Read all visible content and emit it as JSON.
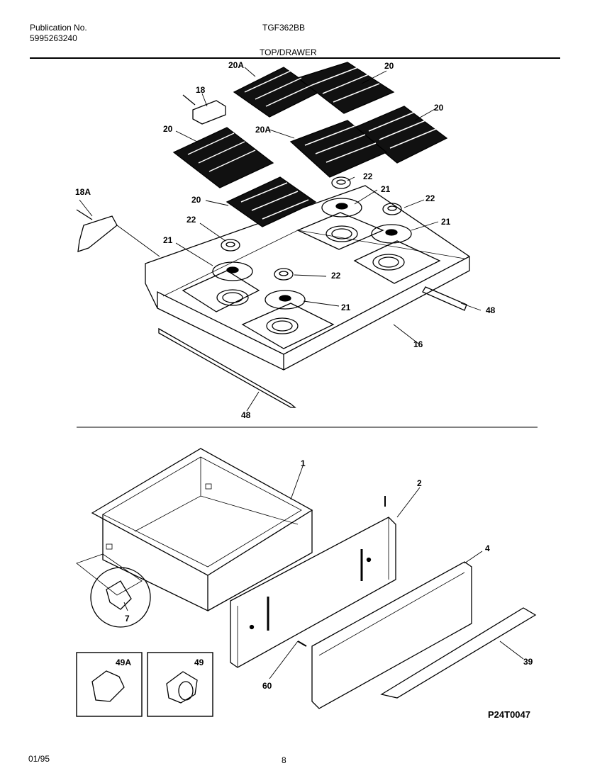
{
  "header": {
    "publication_label": "Publication No.",
    "publication_number": "5995263240",
    "model": "TGF362BB",
    "section": "TOP/DRAWER"
  },
  "callouts": {
    "c1": "1",
    "c2": "2",
    "c4": "4",
    "c7": "7",
    "c16": "16",
    "c18": "18",
    "c18a": "18A",
    "c20": "20",
    "c20a": "20A",
    "c21": "21",
    "c22": "22",
    "c39": "39",
    "c48": "48",
    "c49": "49",
    "c49a": "49A",
    "c60": "60"
  },
  "footer": {
    "date": "01/95",
    "page": "8",
    "illustration_code": "P24T0047"
  }
}
